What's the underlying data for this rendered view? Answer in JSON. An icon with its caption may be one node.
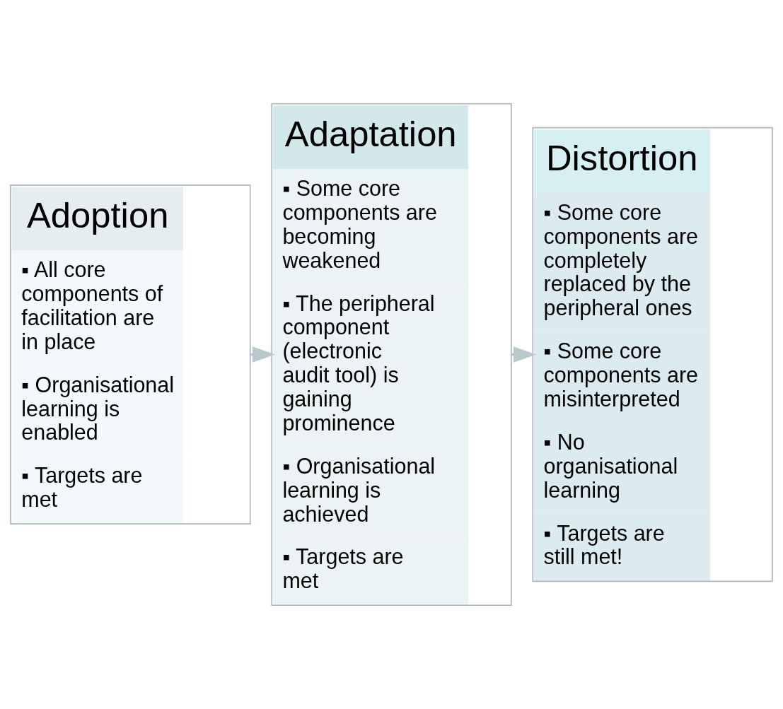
{
  "diagram": {
    "nodes": [
      {
        "text": [
          "Adoption",
          "▪ All core components of facilitation are in place",
          "▪ Organisational learning is enabled",
          "▪ Targets are met"
        ]
      },
      {
        "text": [
          "Adaptation",
          "▪ Some core components are becoming weakened",
          "▪ The peripheral component (electronic audit tool) is gaining prominence",
          "▪ Organisational learning is achieved",
          "▪ Targets are met"
        ]
      },
      {
        "text": [
          "Distortion",
          "▪ Some core components are completely replaced by the peripheral ones",
          "▪ Some core components are misinterpreted",
          "▪ No organisational learning",
          "▪ Targets are still met!"
        ]
      }
    ],
    "edges": [
      {
        "from": 0,
        "to": 1,
        "arrow": "to"
      },
      {
        "from": 1,
        "to": 2,
        "arrow": "to"
      }
    ]
  }
}
